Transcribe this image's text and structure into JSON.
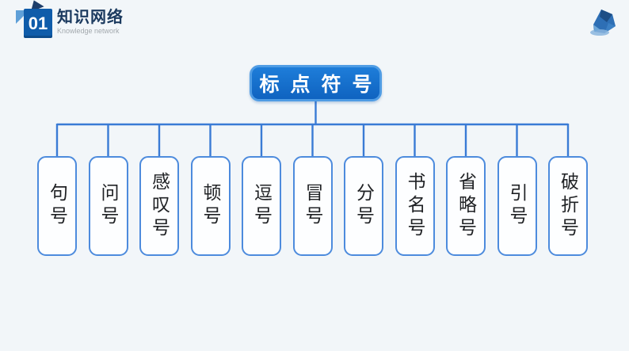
{
  "header": {
    "number": "01",
    "title": "知识网络",
    "subtitle": "Knowledge network"
  },
  "diagram": {
    "root": {
      "label": "标点符号"
    },
    "items": [
      {
        "label": "句号"
      },
      {
        "label": "问号"
      },
      {
        "label": "感叹号"
      },
      {
        "label": "顿号"
      },
      {
        "label": "逗号"
      },
      {
        "label": "冒号"
      },
      {
        "label": "分号"
      },
      {
        "label": "书名号"
      },
      {
        "label": "省略号"
      },
      {
        "label": "引号"
      },
      {
        "label": "破折号"
      }
    ],
    "colors": {
      "line": "#3a7bd5",
      "leaf_border": "#4d8bdd",
      "root_fill": "#1470cf",
      "root_border": "#4f9ce4",
      "badge_fill": "#0f5caa",
      "background": "#f2f6f9"
    }
  }
}
